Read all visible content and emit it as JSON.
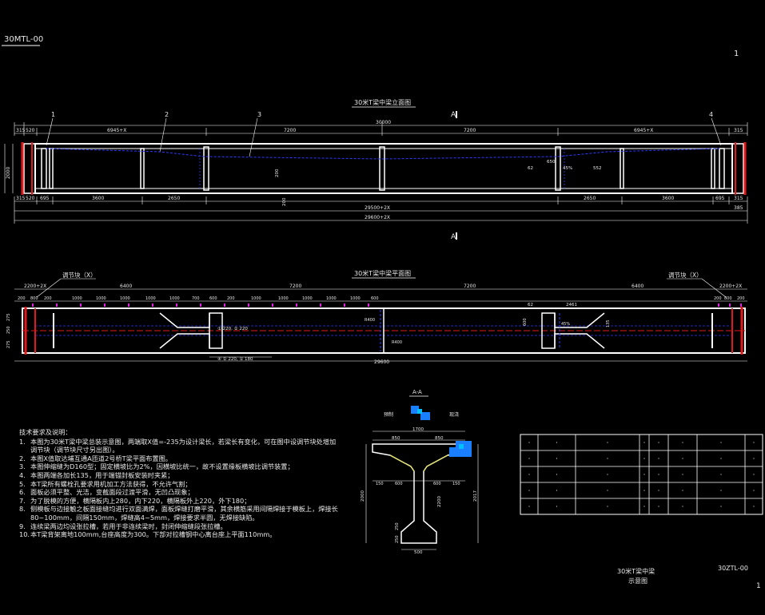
{
  "drawing": {
    "code_top": "30MTL-00",
    "sheet_top": "1",
    "code_bottom": "30ZTL-00",
    "sheet_bottom": "1",
    "title_line1": "30米T梁中梁",
    "title_line2": "示意图"
  },
  "elevation": {
    "title": "30米T梁中梁立面图",
    "section_mark": "A",
    "callouts": [
      "1",
      "2",
      "3",
      "4"
    ],
    "dims_top": [
      "315",
      "520",
      "6945+X",
      "7200",
      "7200",
      "6945+X",
      "315"
    ],
    "dim_overall": "30000",
    "dims_bottom": [
      "315",
      "520",
      "695",
      "3600",
      "2650",
      "2650",
      "3600",
      "695",
      "315"
    ],
    "dim_total1": "29500+2X",
    "dim_total2": "29600+2X",
    "dim_right_small": "385",
    "labels_mid": [
      "200",
      "200",
      "62",
      "650",
      "45%",
      "552"
    ],
    "dim_height": "2000"
  },
  "plan": {
    "title": "30米T梁中梁平面图",
    "adjust_label": "调节块（X）",
    "dims_top": [
      "2200+2X",
      "6400",
      "7200",
      "7200",
      "6400",
      "2200+2X"
    ],
    "spacing": [
      "200",
      "800",
      "200",
      "1000",
      "1000",
      "1000",
      "1000",
      "1000",
      "700",
      "600",
      "200",
      "1000",
      "1000",
      "1000",
      "1000",
      "1000",
      "600"
    ],
    "spacing_right": [
      "200",
      "800",
      "200"
    ],
    "note_upper": "① 220, ② 220",
    "note_lower": "④ ② 220, ① 180",
    "dim_total": "29600",
    "side_dims": [
      "275",
      "250",
      "275"
    ],
    "labels_mid": [
      "R400",
      "R400",
      "62",
      "2461",
      "600",
      "135",
      "45%"
    ]
  },
  "section": {
    "title": "A-A",
    "left_label": "预制",
    "right_label": "现浇",
    "top_width": "1700",
    "top_dims": [
      "850",
      "850"
    ],
    "flange_dims": [
      "150",
      "600",
      "600",
      "150"
    ],
    "height_left": "2000",
    "height_right": "2017",
    "web_height": "2200",
    "bottom_dims": [
      "250",
      "250"
    ],
    "bottom_width": "500"
  },
  "notes": {
    "heading": "技术要求及说明：",
    "items": [
      {
        "no": "1.",
        "text": "本图为30米T梁中梁总装示意图，两端取X值=-235为设计梁长，若梁长有变化，可在图中设调节块处增加调节块（调节块尺寸另出图）。"
      },
      {
        "no": "2.",
        "text": "本图X值取达埔互通A匝道2号桥T梁平面布置图。"
      },
      {
        "no": "3.",
        "text": "本图伸缩缝为D160型；固定横坡比为2%，因横坡比统一，故不设置缘板横坡比调节装置；"
      },
      {
        "no": "4.",
        "text": "本图两端各加长135，用于端锚封板安装时夹紧；"
      },
      {
        "no": "5.",
        "text": "本T梁所有螺栓孔要求用机加工方法获得，不允许气割；"
      },
      {
        "no": "6.",
        "text": "面板必须平整、光洁，变截面段过渡平滑，无凹凸现象；"
      },
      {
        "no": "7.",
        "text": "为了脱模的方便，横隔板内上280，内下220，横隔板外上220，外下180；"
      },
      {
        "no": "8.",
        "text": "侧模板与边接触之板面接缝均进行双面满焊，面板焊缝打磨平滑，其余横筋采用间隔焊接于模板上，焊接长80~100mm，间隔150mm，焊缝高4~5mm，焊接要求半圆，无焊接缺陷。"
      },
      {
        "no": "9.",
        "text": "连续梁两边均设张拉槽，若用于非连续梁时，封闭伸缩缝段张拉槽。"
      },
      {
        "no": "10.",
        "text": "本T梁背架离地100mm,台座高度为300。下部对拉槽钢中心离台座上平面110mm。"
      }
    ]
  },
  "colors": {
    "line": "#ffffff",
    "red": "#e01a1a",
    "blue": "#2a3cff",
    "magenta": "#e020e0",
    "yellow": "#e0e020",
    "cyan": "#00c0ff"
  }
}
